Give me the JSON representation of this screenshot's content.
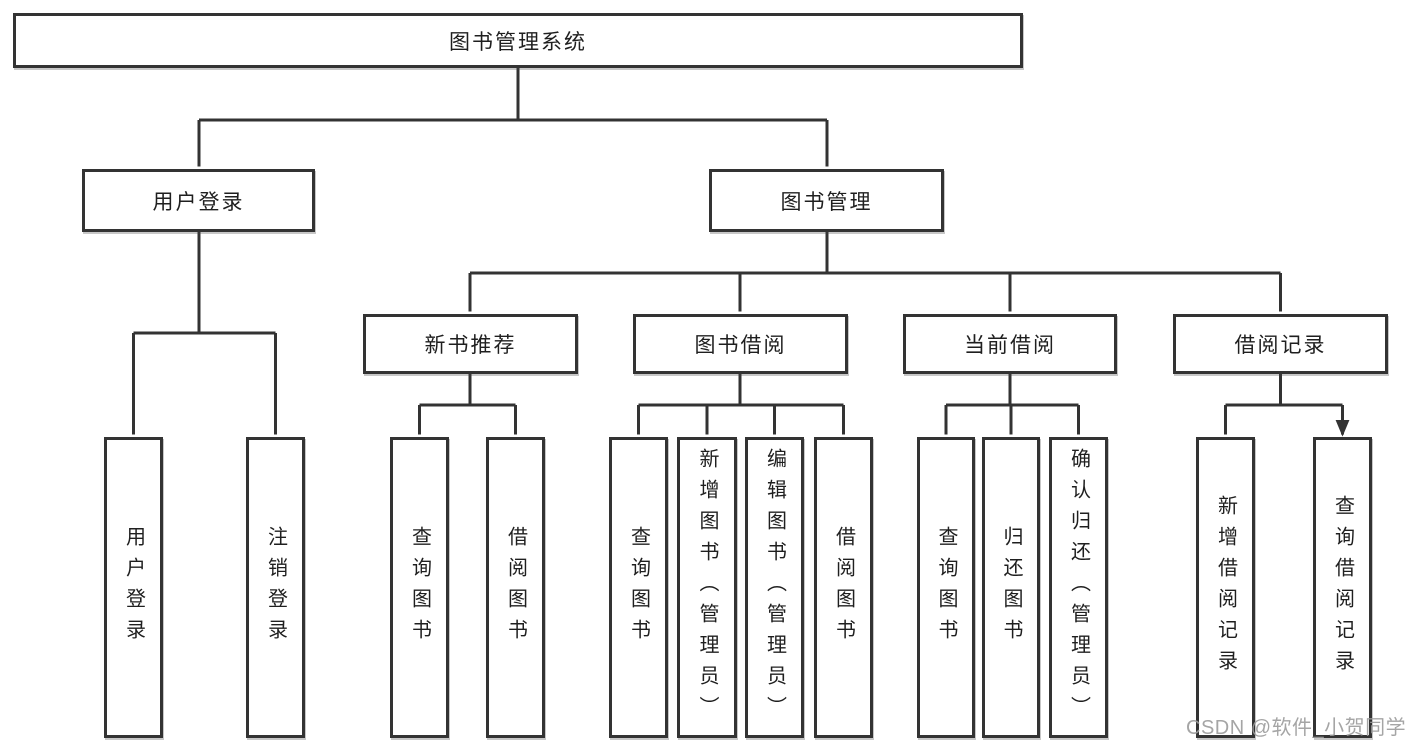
{
  "tree": {
    "label": "图书管理系统",
    "children": [
      {
        "label": "用户登录",
        "children": [
          {
            "label": "用户登录"
          },
          {
            "label": "注销登录"
          }
        ]
      },
      {
        "label": "图书管理",
        "children": [
          {
            "label": "新书推荐",
            "children": [
              {
                "label": "查询图书"
              },
              {
                "label": "借阅图书"
              }
            ]
          },
          {
            "label": "图书借阅",
            "children": [
              {
                "label": "查询图书"
              },
              {
                "label": "新增图书（管理员）"
              },
              {
                "label": "编辑图书（管理员）"
              },
              {
                "label": "借阅图书"
              }
            ]
          },
          {
            "label": "当前借阅",
            "children": [
              {
                "label": "查询图书"
              },
              {
                "label": "归还图书"
              },
              {
                "label": "确认归还（管理员）"
              }
            ]
          },
          {
            "label": "借阅记录",
            "children": [
              {
                "label": "新增借阅记录"
              },
              {
                "label": "查询借阅记录"
              }
            ]
          }
        ]
      }
    ]
  },
  "watermark": "CSDN @软件_小贺同学",
  "colors": {
    "line": "#333333",
    "box_border": "#333333",
    "text": "#1f1f1f",
    "watermark": "#9c9c9c",
    "background": "#ffffff"
  }
}
